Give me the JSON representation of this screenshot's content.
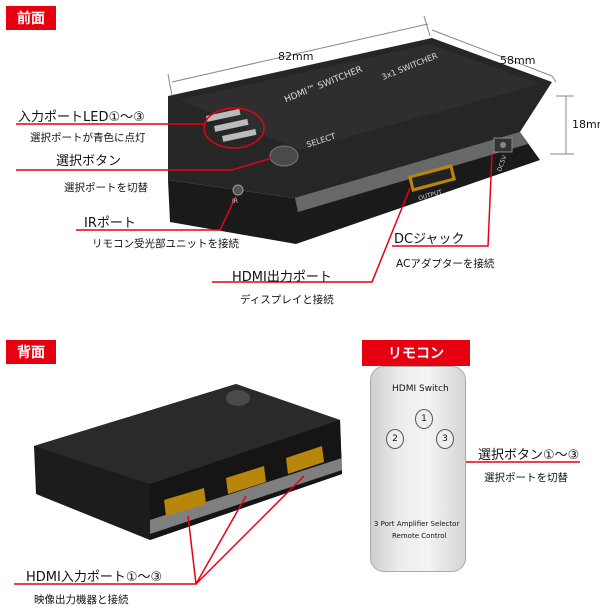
{
  "sections": {
    "front": "前面",
    "back": "背面",
    "remote": "リモコン"
  },
  "dimensions": {
    "width": "82mm",
    "depth": "58mm",
    "height": "18mm"
  },
  "front_callouts": {
    "led_title": "入力ポートLED①～③",
    "led_desc": "選択ポートが青色に点灯",
    "select_title": "選択ボタン",
    "select_desc": "選択ポートを切替",
    "ir_title": "IRポート",
    "ir_desc": "リモコン受光部ユニットを接続",
    "hdmi_out_title": "HDMI出力ポート",
    "hdmi_out_desc": "ディスプレイと接続",
    "dc_title": "DCジャック",
    "dc_desc": "ACアダプターを接続"
  },
  "device_print": {
    "brand": "HDMI™ SWITCHER",
    "model": "3x1 SWITCHER",
    "select": "SELECT",
    "output": "OUTPUT",
    "dc": "DC5V",
    "ir": "IR"
  },
  "back_callouts": {
    "hdmi_in_title": "HDMI入力ポート①～③",
    "hdmi_in_desc": "映像出力機器と接続"
  },
  "remote": {
    "title": "HDMI Switch",
    "btn1": "1",
    "btn2": "2",
    "btn3": "3",
    "footer1": "3 Port Amplifier Selector",
    "footer2": "Remote Control",
    "callout_title": "選択ボタン①～③",
    "callout_desc": "選択ポートを切替"
  },
  "colors": {
    "accent": "#e60012",
    "device": "#1c1c1c"
  }
}
